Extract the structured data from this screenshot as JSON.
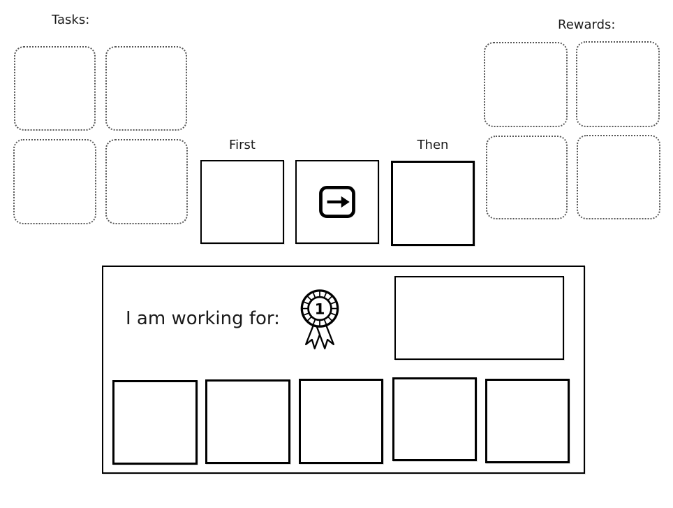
{
  "theme": {
    "background": "#ffffff",
    "line_color": "#000000",
    "dotted_border_color": "#565656",
    "text_color": "#1a1a1a"
  },
  "tasks": {
    "label": "Tasks:",
    "slot_count": 4
  },
  "rewards": {
    "label": "Rewards:",
    "slot_count": 4
  },
  "first_then_board": {
    "first_label": "First",
    "then_label": "Then",
    "arrow_icon": "right-arrow-icon"
  },
  "token_board": {
    "prompt": "I am working for:",
    "award_icon": "award-ribbon-icon",
    "award_number": "1",
    "token_slot_count": 5
  }
}
